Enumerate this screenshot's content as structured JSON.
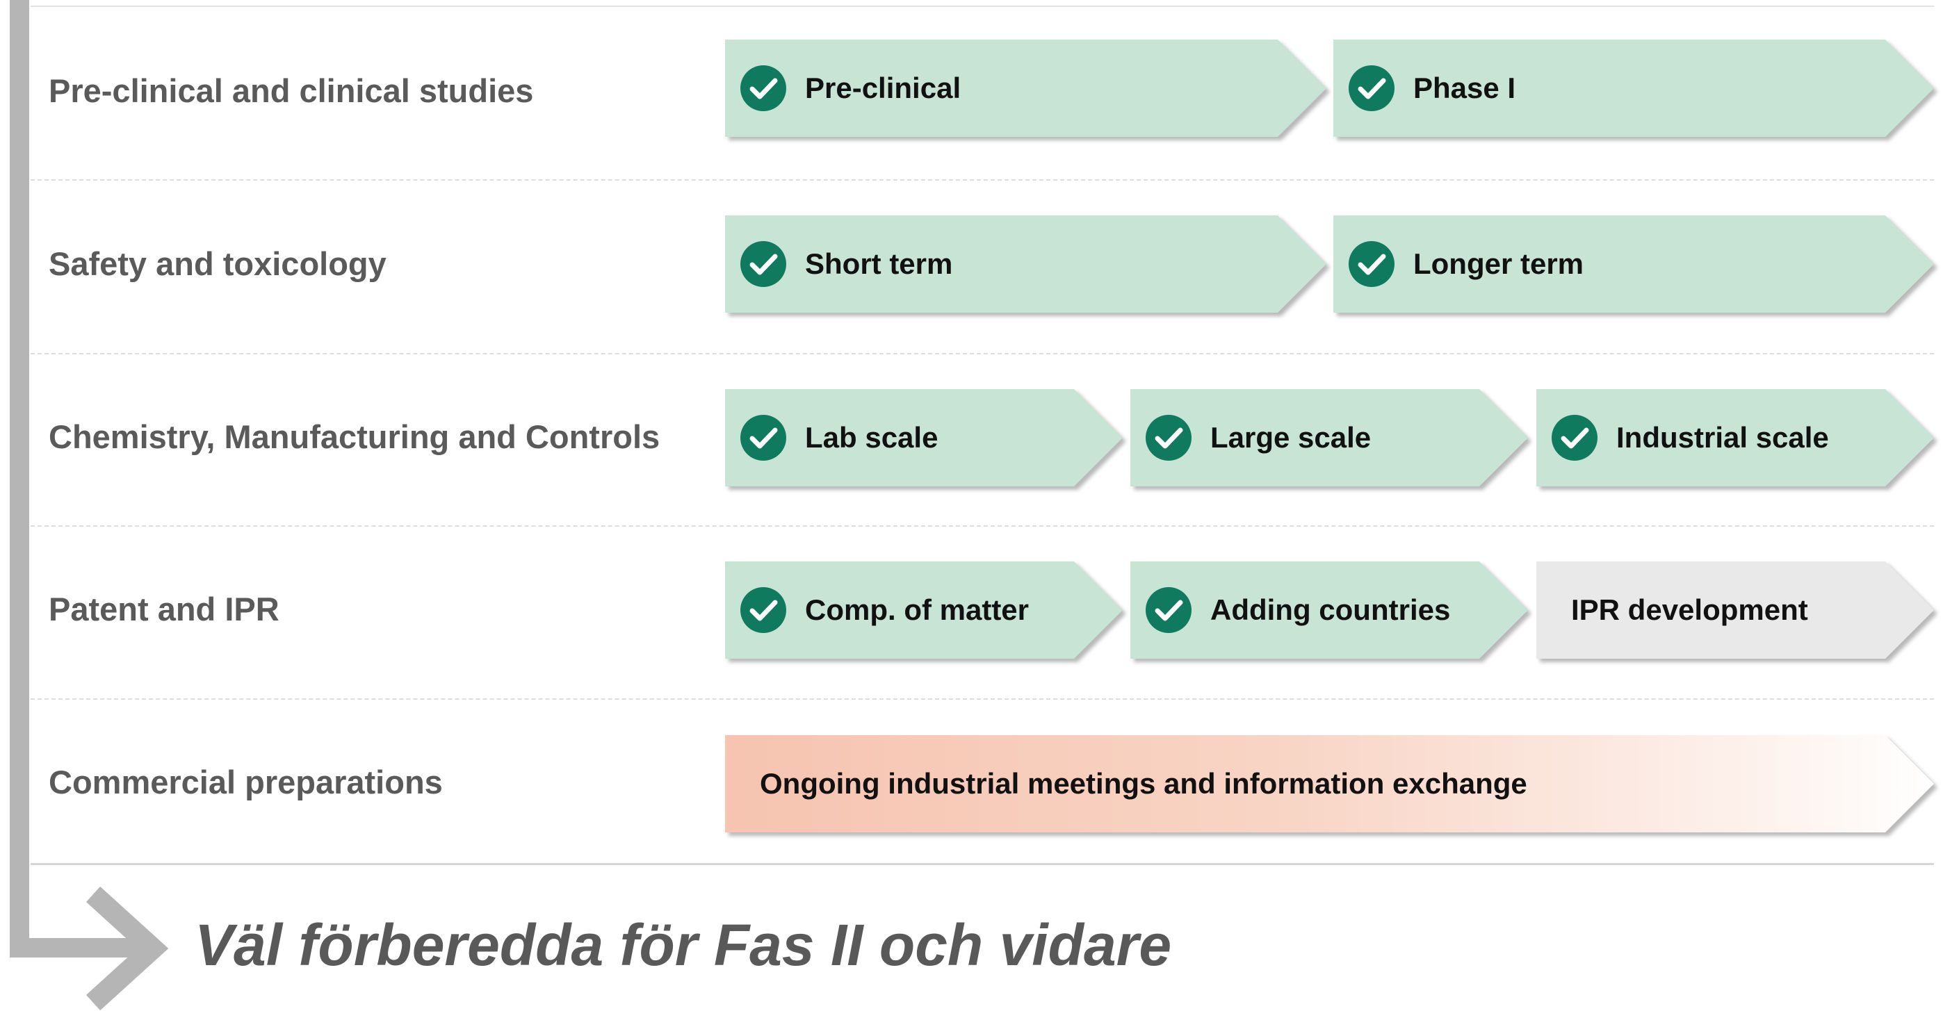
{
  "rows": [
    {
      "label": "Pre-clinical and clinical studies",
      "stages": [
        {
          "label": "Pre-clinical",
          "status": "done"
        },
        {
          "label": "Phase I",
          "status": "done"
        }
      ]
    },
    {
      "label": "Safety and toxicology",
      "stages": [
        {
          "label": "Short term",
          "status": "done"
        },
        {
          "label": "Longer term",
          "status": "done"
        }
      ]
    },
    {
      "label": "Chemistry, Manufacturing and Controls",
      "stages": [
        {
          "label": "Lab scale",
          "status": "done"
        },
        {
          "label": "Large scale",
          "status": "done"
        },
        {
          "label": "Industrial scale",
          "status": "done"
        }
      ]
    },
    {
      "label": "Patent and IPR",
      "stages": [
        {
          "label": "Comp. of matter",
          "status": "done"
        },
        {
          "label": "Adding countries",
          "status": "done"
        },
        {
          "label": "IPR development",
          "status": "pending"
        }
      ]
    },
    {
      "label": "Commercial preparations",
      "stages": [
        {
          "label": "Ongoing industrial meetings and information exchange",
          "status": "ongoing"
        }
      ]
    }
  ],
  "conclusion": "Väl förberedda för Fas II och vidare",
  "icons": {
    "check": "check-circle-icon",
    "bracket": "bracket-arrow-icon"
  },
  "colors": {
    "done": "#c7e4d5",
    "pending": "#e9e9e9",
    "ongoing_start": "#f6c4b0",
    "check_fill": "#0f7a5e",
    "label_text": "#5a5a5a",
    "bracket": "#b5b5b5"
  }
}
